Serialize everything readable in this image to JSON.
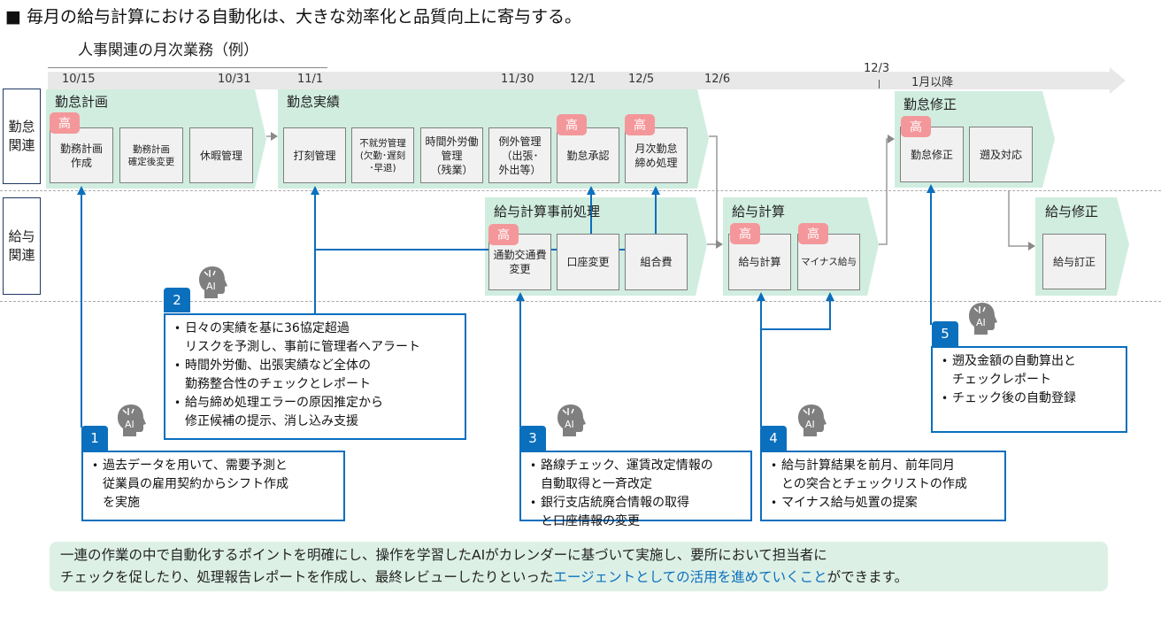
{
  "headline": "■ 毎月の給与計算における自動化は、大きな効率化と品質向上に寄与する。",
  "subhead": "人事関連の月次業務（例）",
  "timeline": {
    "ticks": [
      "10/15",
      "10/31",
      "11/1",
      "11/30",
      "12/1",
      "12/5",
      "12/6",
      "12/3",
      "1月以降"
    ]
  },
  "lanes": [
    {
      "label_line1": "勤怠",
      "label_line2": "関連"
    },
    {
      "label_line1": "給与",
      "label_line2": "関連"
    }
  ],
  "badge_text": "高",
  "phases": {
    "attendance_plan": {
      "title": "勤怠計画",
      "tasks": [
        {
          "label": "勤務計画\n作成",
          "priority": "高"
        },
        {
          "label": "勤務計画\n確定後変更"
        },
        {
          "label": "休暇管理"
        }
      ]
    },
    "attendance_actual": {
      "title": "勤怠実績",
      "tasks": [
        {
          "label": "打刻管理"
        },
        {
          "label": "不就労管理\n(欠勤･遅刻\n･早退)"
        },
        {
          "label": "時間外労働\n管理\n（残業）"
        },
        {
          "label": "例外管理\n（出張･\n外出等）"
        },
        {
          "label": "勤怠承認",
          "priority": "高"
        },
        {
          "label": "月次勤怠\n締め処理",
          "priority": "高"
        }
      ]
    },
    "attendance_fix": {
      "title": "勤怠修正",
      "tasks": [
        {
          "label": "勤怠修正",
          "priority": "高"
        },
        {
          "label": "遡及対応"
        }
      ]
    },
    "payroll_pre": {
      "title": "給与計算事前処理",
      "tasks": [
        {
          "label": "通勤交通費\n変更",
          "priority": "高"
        },
        {
          "label": "口座変更"
        },
        {
          "label": "組合費"
        }
      ]
    },
    "payroll_calc": {
      "title": "給与計算",
      "tasks": [
        {
          "label": "給与計算",
          "priority": "高"
        },
        {
          "label": "マイナス給与",
          "priority": "高"
        }
      ]
    },
    "payroll_fix": {
      "title": "給与修正",
      "tasks": [
        {
          "label": "給与訂正"
        }
      ]
    }
  },
  "ai_points": [
    {
      "number": "1",
      "icon": "ai-head-icon",
      "bullets": [
        "過去データを用いて、需要予測と\n従業員の雇用契約からシフト作成\nを実施"
      ]
    },
    {
      "number": "2",
      "icon": "ai-head-icon",
      "bullets": [
        "日々の実績を基に36協定超過\nリスクを予測し、事前に管理者へアラート",
        "時間外労働、出張実績など全体の\n勤務整合性のチェックとレポート",
        "給与締め処理エラーの原因推定から\n修正候補の提示、消し込み支援"
      ]
    },
    {
      "number": "3",
      "icon": "ai-head-icon",
      "bullets": [
        "路線チェック、運賃改定情報の\n自動取得と一斉改定",
        "銀行支店統廃合情報の取得\nと口座情報の変更"
      ]
    },
    {
      "number": "4",
      "icon": "ai-head-icon",
      "bullets": [
        "給与計算結果を前月、前年同月\nとの突合とチェックリストの作成",
        "マイナス給与処置の提案"
      ]
    },
    {
      "number": "5",
      "icon": "ai-head-icon",
      "bullets": [
        "遡及金額の自動算出と\nチェックレポート",
        "チェック後の自動登録"
      ]
    }
  ],
  "footer": {
    "line1": "一連の作業の中で自動化するポイントを明確にし、操作を学習したAIがカレンダーに基づいて実施し、要所において担当者に",
    "line2_pre": "チェックを促したり、処理報告レポートを作成し、最終レビューしたりといった",
    "line2_highlight": "エージェントとしての活用を進めていくこと",
    "line2_post": "ができます。"
  },
  "colors": {
    "phase_bg": "#d0ede0",
    "badge": "#f4979a",
    "ai_blue": "#0a6fbd",
    "lane_border": "#1f3864",
    "footer_bg": "#ddf0e6"
  }
}
